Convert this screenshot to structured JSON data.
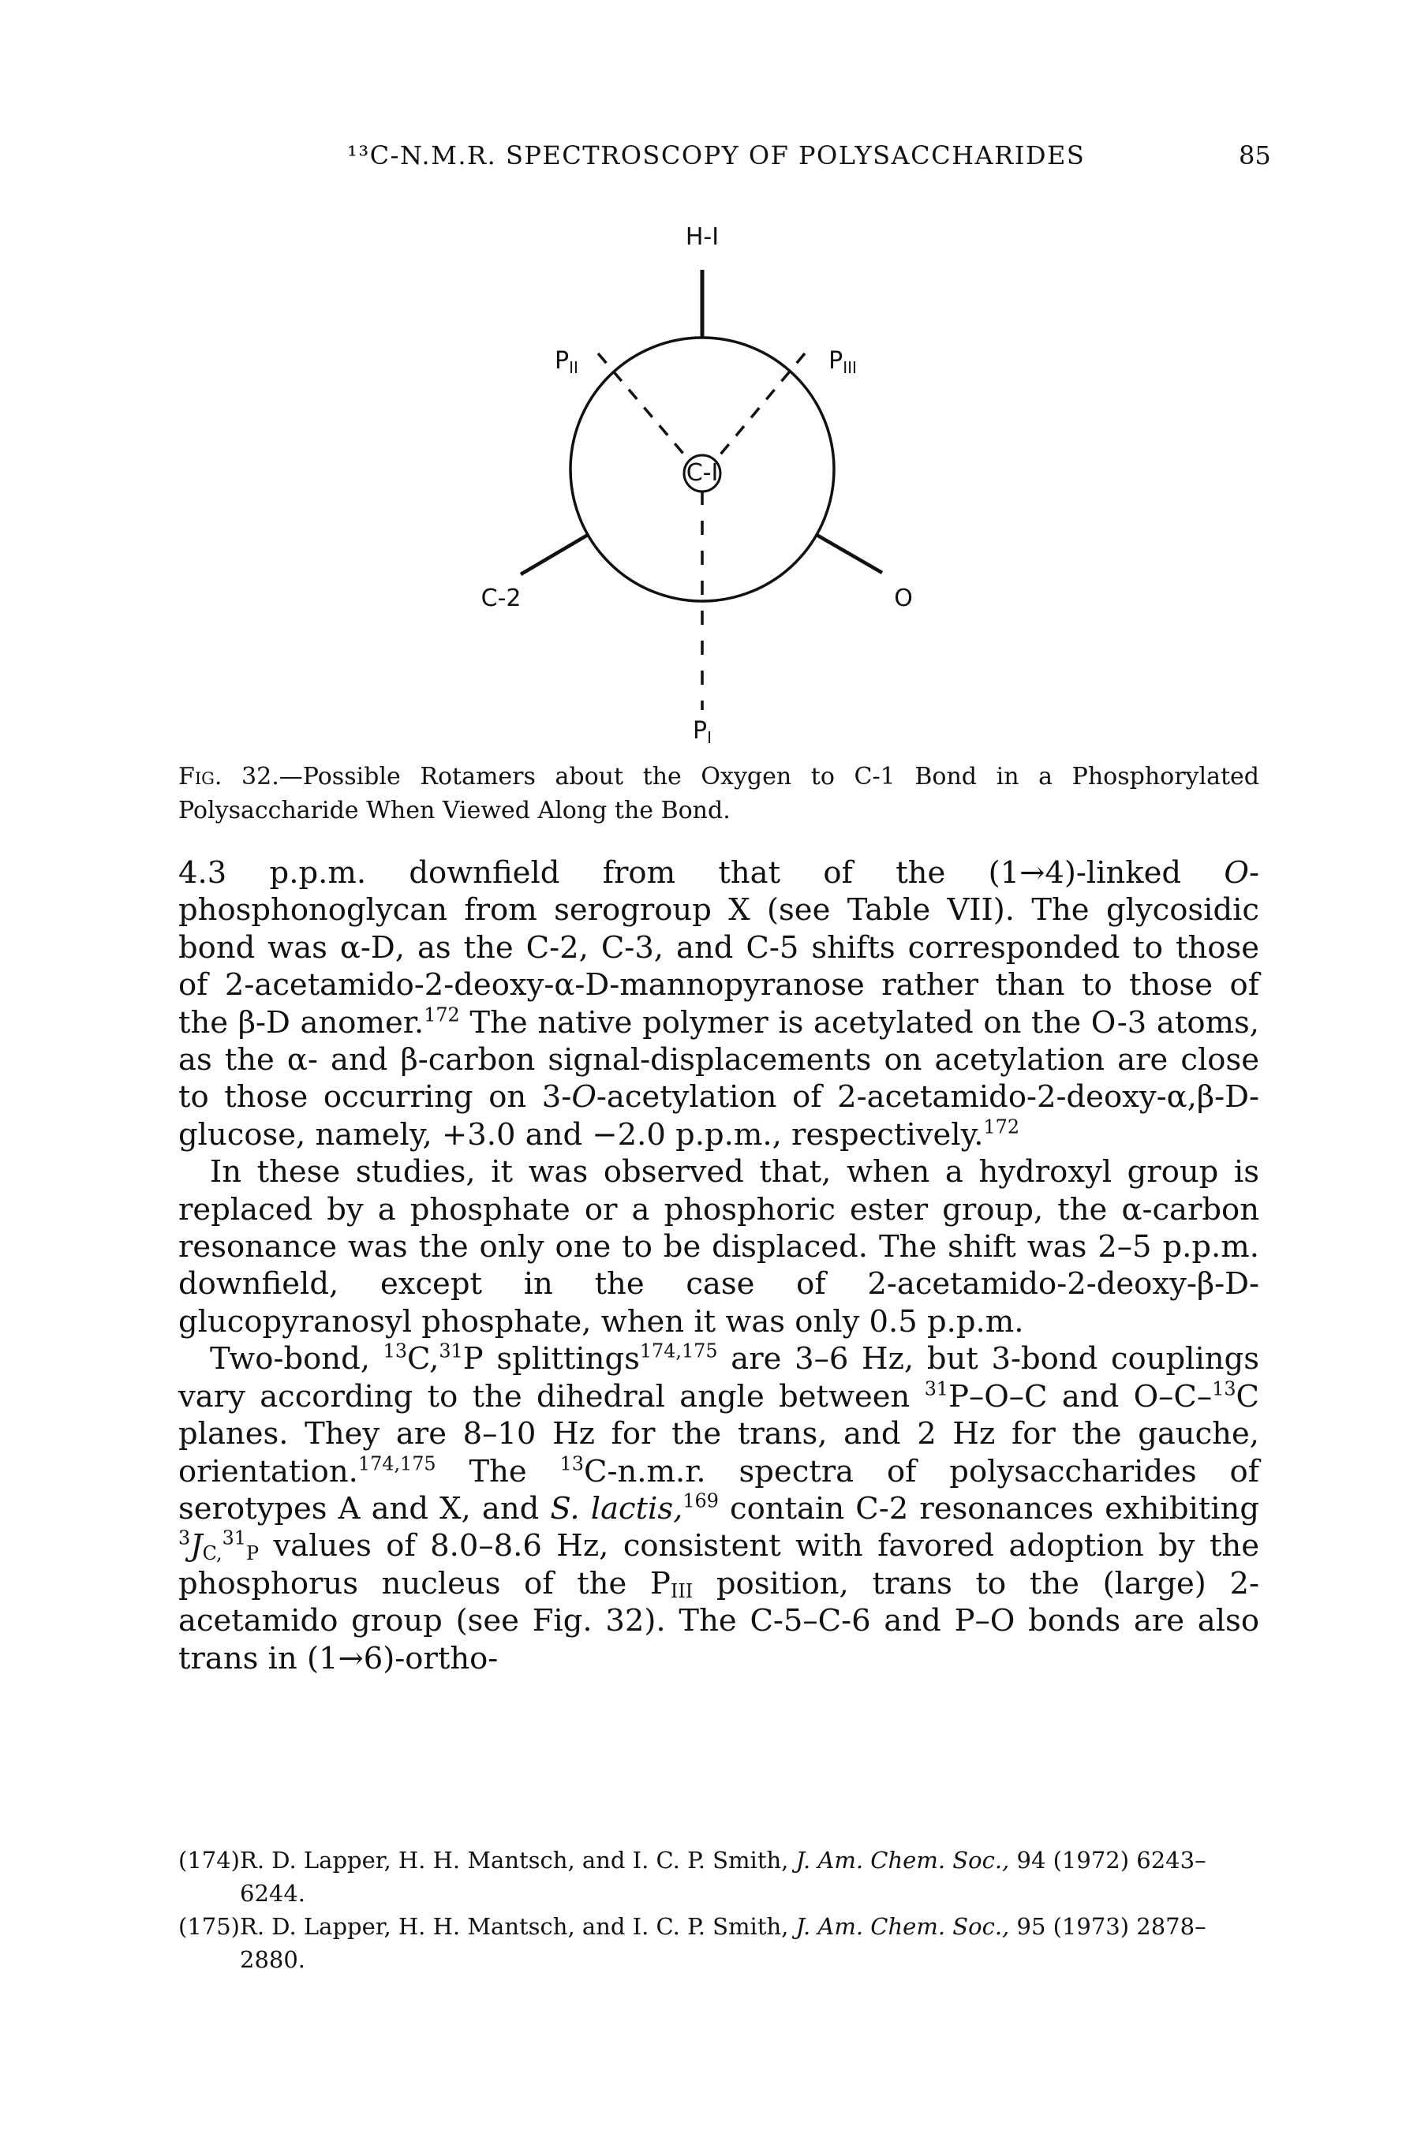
{
  "header": {
    "running_head": "¹³C-N.M.R. SPECTROSCOPY OF POLYSACCHARIDES",
    "page_number": "85"
  },
  "figure": {
    "labels": {
      "h1": "H-I",
      "pii": "P",
      "pii_sub": "II",
      "piii": "P",
      "piii_sub": "III",
      "c1": "C-I",
      "c2": "C-2",
      "o": "O",
      "pi": "P",
      "pi_sub": "I"
    },
    "caption_number": "Fig. 32.",
    "caption_text": "—Possible Rotamers about the Oxygen to C-1 Bond in a Phosphorylated Polysaccharide When Viewed Along the Bond."
  },
  "body": {
    "p1": {
      "a": "4.3 p.p.m. downfield from that of the (1→4)-linked ",
      "b": "O",
      "c": "-phosphonoglycan from serogroup X (see Table VII). The glycosidic bond was α-",
      "d": "D",
      "e": ", as the C-2, C-3, and C-5 shifts corresponded to those of 2-acetamido-2-deoxy-α-",
      "f": "D",
      "g": "-mannopyranose rather than to those of the β-",
      "h": "D",
      "i": " anomer.",
      "j": "172",
      "k": " The native polymer is acetylated on the O-3 atoms, as the α- and β-carbon signal-displacements on acetylation are close to those occurring on 3-",
      "l": "O",
      "m": "-acetylation of 2-acetamido-2-deoxy-α,β-",
      "n": "D",
      "o": "-glucose, namely, +3.0 and −2.0 p.p.m., respectively.",
      "p": "172"
    },
    "p2": {
      "a": "In these studies, it was observed that, when a hydroxyl group is replaced by a phosphate or a phosphoric ester group, the α-carbon resonance was the only one to be displaced. The shift was 2–5 p.p.m. downfield, except in the case of 2-acetamido-2-deoxy-β-",
      "b": "D",
      "c": "-glucopyranosyl phosphate, when it was only 0.5 p.p.m."
    },
    "p3": {
      "a": "Two-bond, ",
      "b": "13",
      "c": "C,",
      "d": "31",
      "e": "P splittings",
      "f": "174,175",
      "g": " are 3–6 Hz, but 3-bond couplings vary according to the dihedral angle between ",
      "h": "31",
      "i": "P–O–C and O–C–",
      "j": "13",
      "k": "C planes. They are 8–10 Hz for the trans, and 2 Hz for the gauche, orientation.",
      "l": "174,175",
      "m": " The ",
      "n": "13",
      "o": "C-n.m.r. spectra of polysaccharides of serotypes A and X, and ",
      "p": "S. lactis,",
      "q": "169",
      "r": " contain C-2 resonances exhibiting ",
      "s": "3",
      "t": "J",
      "u": "C,",
      "v": "31",
      "w": "P",
      "x": " values of 8.0–8.6 Hz, consistent with favored adoption by the phosphorus nucleus of the P",
      "y": "III",
      "z": " position, trans to the (large) 2-acetamido group (see Fig. 32). The C-5–C-6 and P–O bonds are also trans in (1→6)-ortho-"
    }
  },
  "footnotes": [
    {
      "num": "(174)",
      "pre": "R. D. Lapper, H. H. Mantsch, and I. C. P. Smith, ",
      "journal": "J. Am. Chem. Soc.,",
      "post": " 94 (1972) 6243–6244."
    },
    {
      "num": "(175)",
      "pre": "R. D. Lapper, H. H. Mantsch, and I. C. P. Smith, ",
      "journal": "J. Am. Chem. Soc.,",
      "post": " 95 (1973) 2878–2880."
    }
  ]
}
